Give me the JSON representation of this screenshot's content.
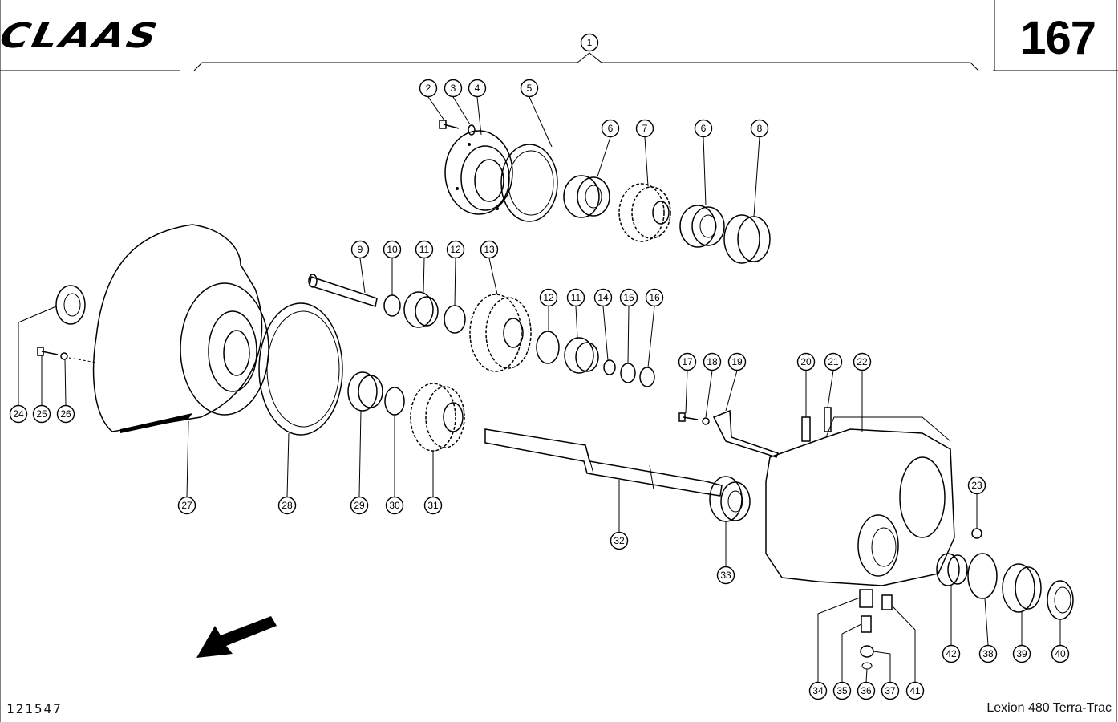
{
  "header": {
    "brand": "CLAAS",
    "page_number": "167"
  },
  "footer": {
    "drawing_number": "121547",
    "model": "Lexion 480 Terra-Trac"
  },
  "callouts": [
    "1",
    "2",
    "3",
    "4",
    "5",
    "6",
    "7",
    "6",
    "8",
    "9",
    "10",
    "11",
    "12",
    "13",
    "12",
    "11",
    "14",
    "15",
    "16",
    "17",
    "18",
    "19",
    "20",
    "21",
    "22",
    "23",
    "24",
    "25",
    "26",
    "27",
    "28",
    "29",
    "30",
    "31",
    "32",
    "33",
    "34",
    "35",
    "36",
    "37",
    "41",
    "42",
    "38",
    "39",
    "40"
  ]
}
